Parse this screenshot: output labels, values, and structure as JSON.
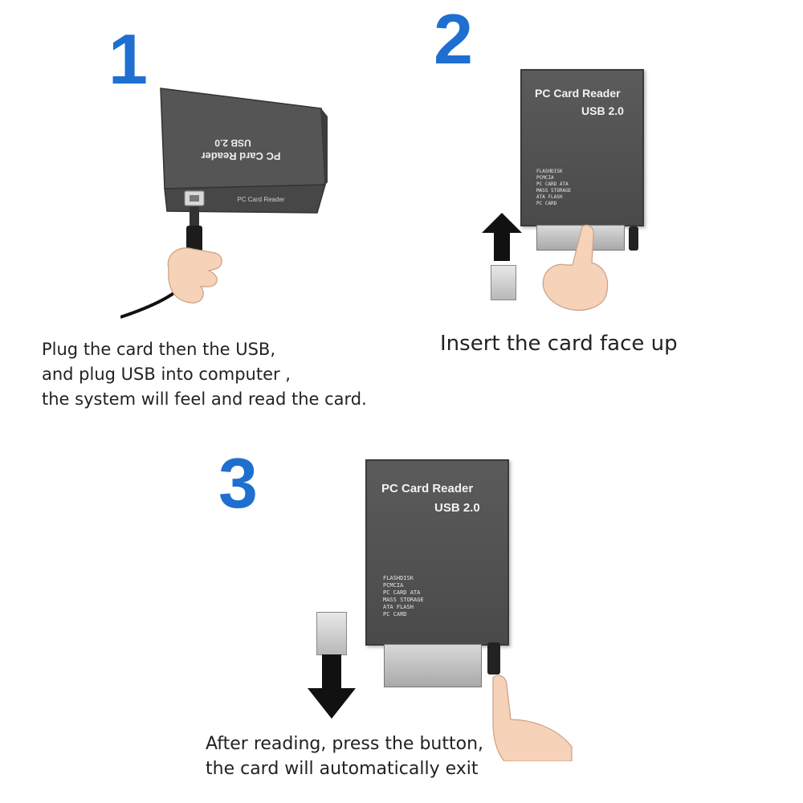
{
  "steps": [
    {
      "number": "1",
      "caption_lines": [
        "Plug the card  then the USB,",
        "and plug USB into computer ,",
        "the  system will feel and read the card."
      ]
    },
    {
      "number": "2",
      "caption_lines": [
        "Insert the card face up"
      ]
    },
    {
      "number": "3",
      "caption_lines": [
        "After reading, press the button,",
        "the card will automatically exit"
      ]
    }
  ],
  "device": {
    "title": "PC Card Reader",
    "subtitle": "USB 2.0",
    "front_label": "PC Card Reader",
    "specs": [
      "FLASHDISK",
      "PCMCIA",
      "PC CARD ATA",
      "MASS STORAGE",
      "ATA FLASH",
      "PC CARD"
    ]
  },
  "colors": {
    "step_number": "#1f6fd1",
    "device_body": "#4f4f4f",
    "arrow": "#111111"
  },
  "icons": [
    "hand-icon",
    "usb-cable-icon",
    "up-arrow-icon",
    "down-arrow-icon",
    "pc-card-icon",
    "pointing-finger-icon"
  ]
}
